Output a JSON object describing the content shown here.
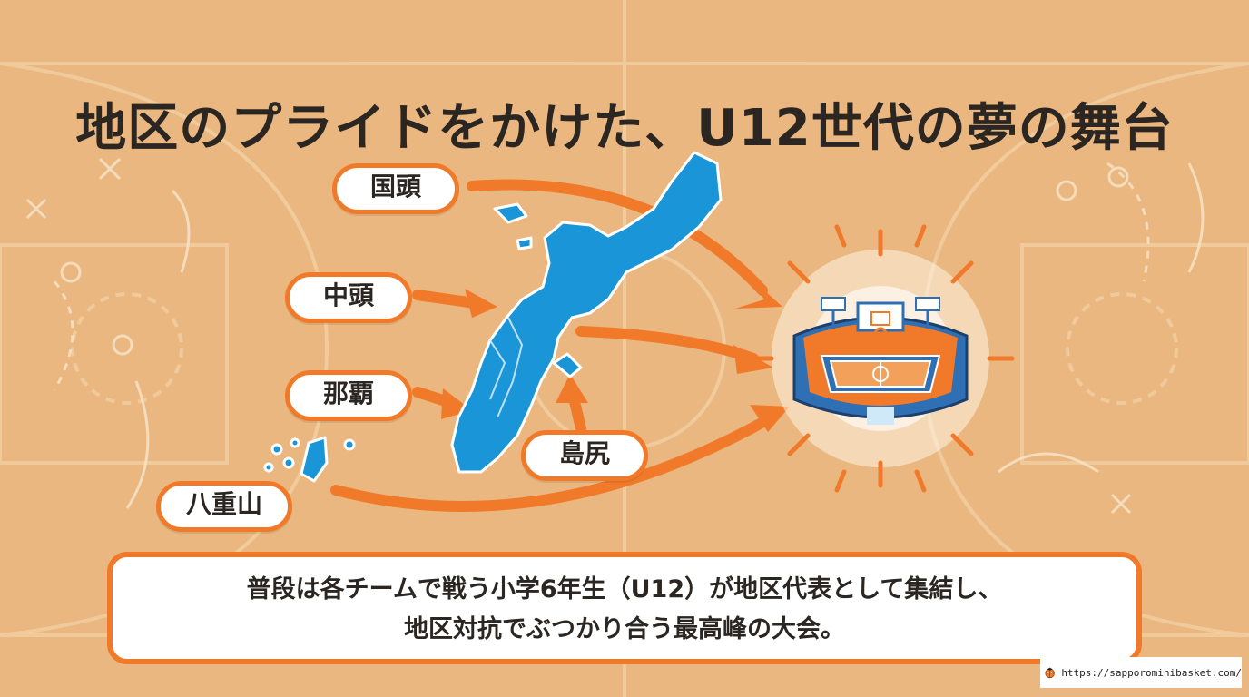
{
  "title": "地区のプライドをかけた、U12世代の夢の舞台",
  "districts": {
    "kunigami": "国頭",
    "nakagami": "中頭",
    "naha": "那覇",
    "shimajiri": "島尻",
    "yaeyama": "八重山"
  },
  "description": {
    "line1": "普段は各チームで戦う小学6年生（U12）が地区代表として集結し、",
    "line2": "地区対抗でぶつかり合う最高峰の大会。"
  },
  "credit": {
    "url": "https://sapporominibasket.com/"
  },
  "icons": {
    "map": "okinawa-map-icon",
    "arena": "basketball-arena-icon",
    "logo": "basketball-mascot-icon"
  },
  "colors": {
    "background": "#e9b77f",
    "accent": "#f07a2a",
    "map": "#1a95d8",
    "arena_blue": "#2f6fb3"
  }
}
